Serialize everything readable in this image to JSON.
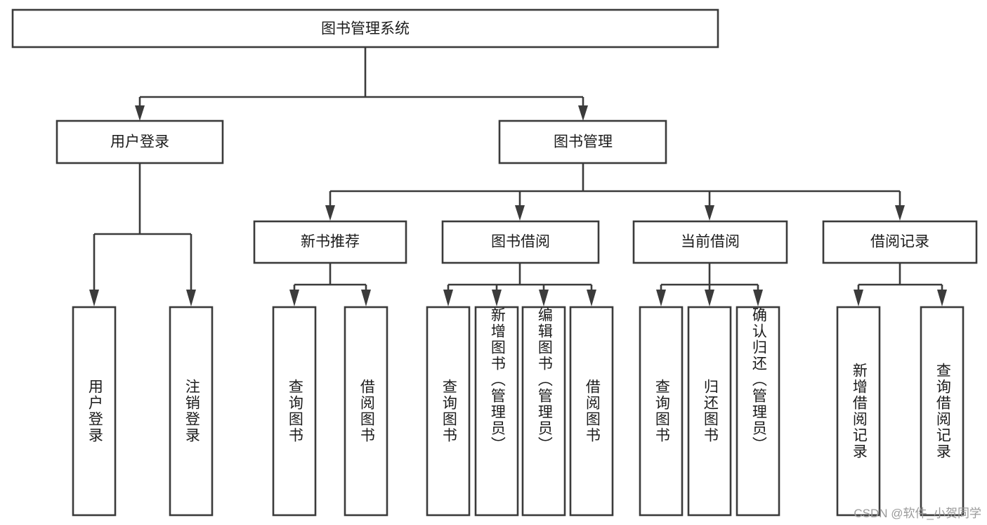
{
  "diagram": {
    "title": "图书管理系统",
    "type": "tree-hierarchy",
    "colors": {
      "stroke": "#3b3b3b",
      "fill": "#ffffff",
      "text": "#1b1b1b",
      "watermark": "#9a9a9a",
      "background": "#ffffff"
    },
    "levels": {
      "root": {
        "label": "图书管理系统"
      },
      "level2": [
        {
          "label": "用户登录"
        },
        {
          "label": "图书管理"
        }
      ],
      "level3": [
        {
          "label": "新书推荐"
        },
        {
          "label": "图书借阅"
        },
        {
          "label": "当前借阅"
        },
        {
          "label": "借阅记录"
        }
      ]
    },
    "leaves": {
      "user_login": [
        {
          "label": "用户登录"
        },
        {
          "label": "注销登录"
        }
      ],
      "new_book_recommend": [
        {
          "label": "查询图书"
        },
        {
          "label": "借阅图书"
        }
      ],
      "book_borrow": [
        {
          "label": "查询图书"
        },
        {
          "label": "新增图书（管理员）"
        },
        {
          "label": "编辑图书（管理员）"
        },
        {
          "label": "借阅图书"
        }
      ],
      "current_borrow": [
        {
          "label": "查询图书"
        },
        {
          "label": "归还图书"
        },
        {
          "label": "确认归还（管理员）"
        }
      ],
      "borrow_record": [
        {
          "label": "新增借阅记录"
        },
        {
          "label": "查询借阅记录"
        }
      ]
    },
    "watermark": "CSDN @软件_小贺同学"
  }
}
